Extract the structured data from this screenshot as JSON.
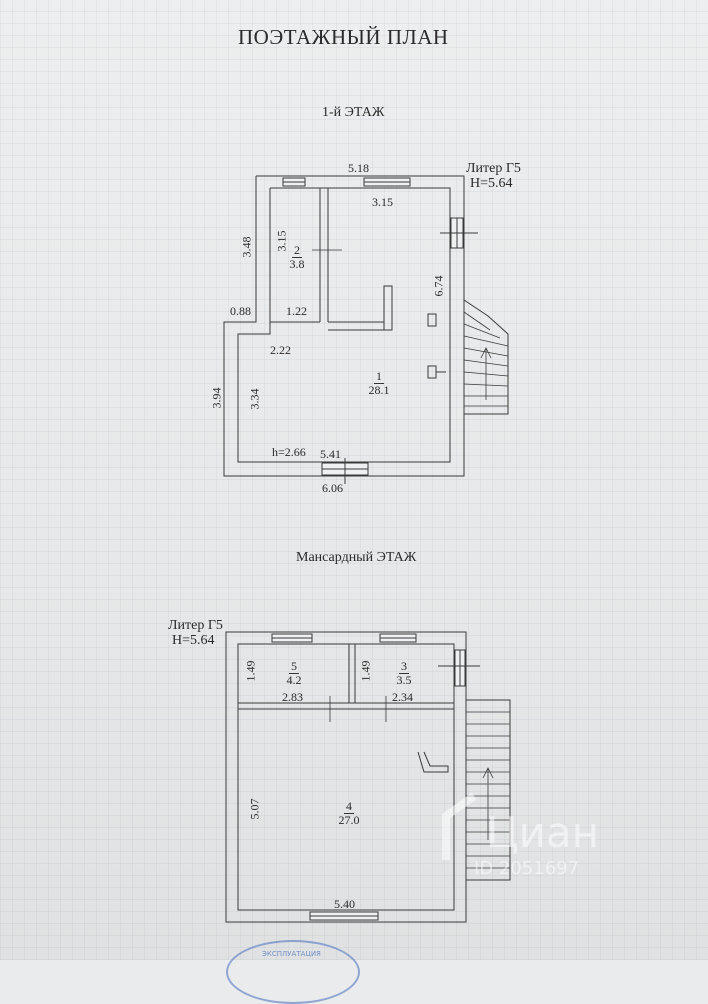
{
  "document": {
    "title": "ПОЭТАЖНЫЙ ПЛАН",
    "floor1": {
      "heading": "1-й ЭТАЖ",
      "liter": "Литер Г5",
      "height": "H=5.64",
      "dims": {
        "top_total": "5.18",
        "room1_top": "3.15",
        "right_side": "6.74",
        "left_upper": "3.48",
        "room2_height": "3.15",
        "step_left": "0.88",
        "room2_bottom": "1.22",
        "room1_left_top": "2.22",
        "left_outer": "3.94",
        "left_inner": "3.34",
        "ceiling": "h=2.66",
        "bottom_inner": "5.41",
        "bottom_outer": "6.06"
      },
      "rooms": [
        {
          "num": "2",
          "area": "3.8"
        },
        {
          "num": "1",
          "area": "28.1"
        }
      ]
    },
    "floor2": {
      "heading": "Мансардный ЭТАЖ",
      "liter": "Литер Г5",
      "height": "H=5.64",
      "dims": {
        "room5_h": "1.49",
        "room5_w": "2.83",
        "room3_h": "1.49",
        "room3_w": "2.34",
        "room4_h": "5.07",
        "room4_w": "5.40"
      },
      "rooms": [
        {
          "num": "5",
          "area": "4.2"
        },
        {
          "num": "3",
          "area": "3.5"
        },
        {
          "num": "4",
          "area": "27.0"
        }
      ]
    },
    "watermark": {
      "brand": "Циан",
      "id": "ID 2051697"
    },
    "stamp_text": "ЭКСПЛУАТАЦИЯ"
  }
}
